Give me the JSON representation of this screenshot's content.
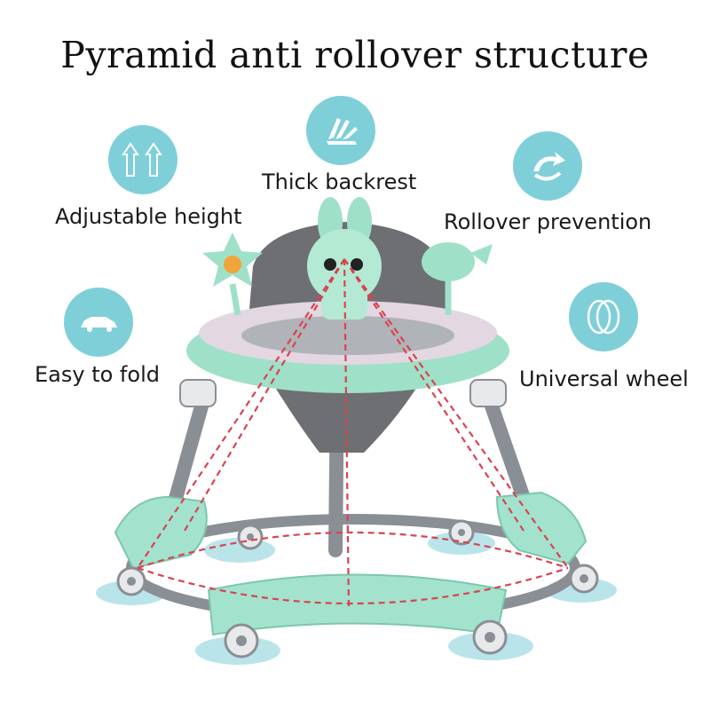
{
  "title": "Pyramid anti rollover structure",
  "features": {
    "thick_backrest": "Thick backrest",
    "adjustable_height": "Adjustable height",
    "rollover_prevention": "Rollover prevention",
    "easy_to_fold": "Easy to fold",
    "universal_wheel": "Universal wheel"
  },
  "colors": {
    "icon_bg": "#7fcfd9",
    "walker_mint": "#9fe0c8",
    "frame_gray": "#8a8f95",
    "seat_gray": "#6d6f73",
    "pyramid_line": "#d9434f"
  },
  "icons": [
    "arrows-updown-icon",
    "recline-icon",
    "rollover-arrow-icon",
    "car-fold-icon",
    "wheel-rings-icon"
  ]
}
